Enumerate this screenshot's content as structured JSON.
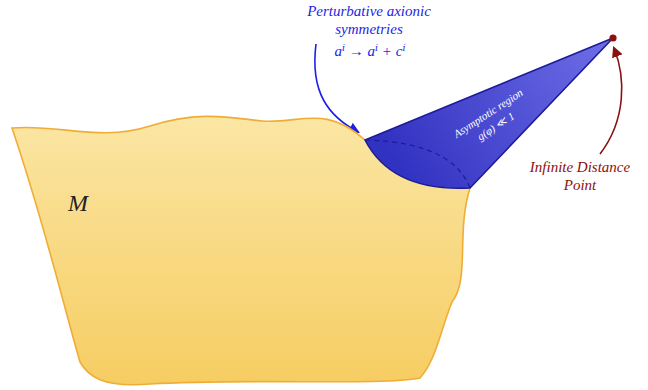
{
  "diagram": {
    "nodes": [
      {
        "text": [
          "M"
        ]
      },
      {
        "text": [
          "Asymptotic region",
          "g(φ) ≪ 1"
        ]
      }
    ],
    "labels": [
      "Perturbative axionic symmetries",
      "aⁱ → aⁱ + cⁱ",
      "Infinite Distance Point"
    ]
  }
}
